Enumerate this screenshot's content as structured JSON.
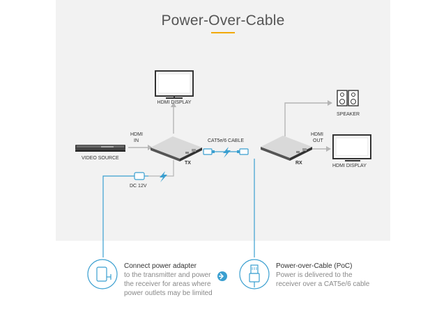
{
  "title": "Power-Over-Cable",
  "labels": {
    "hdmi_display_top": "HDMI DISPLAY",
    "hdmi_in": [
      "HDMI",
      "IN"
    ],
    "video_source": "VIDEO SOURCE",
    "tx": "TX",
    "cable": "CAT5e/6 CABLE",
    "rx": "RX",
    "speaker": "SPEAKER",
    "hdmi_out": [
      "HDMI",
      "OUT"
    ],
    "hdmi_display_right": "HDMI DISPLAY",
    "dc": "DC 12V"
  },
  "captions": {
    "left": {
      "heading": "Connect power adapter",
      "lines": [
        "to the transmitter and power",
        "the receiver for areas where",
        "power outlets may be limited"
      ]
    },
    "right": {
      "heading": "Power-over-Cable (PoC)",
      "lines": [
        "Power is delivered to the",
        "receiver over a CAT5e/6 cable"
      ]
    }
  },
  "colors": {
    "accent_blue": "#3a9fd0",
    "accent_yellow": "#f2a900",
    "line_gray": "#b5b5b5",
    "text": "#333333"
  },
  "icons": [
    "tv-icon",
    "speaker-icon",
    "video-source-icon",
    "transmitter-icon",
    "receiver-icon",
    "cable-connector-icon",
    "power-adapter-icon",
    "lightning-icon",
    "arrow-right-circle-icon",
    "rj45-plug-icon"
  ]
}
